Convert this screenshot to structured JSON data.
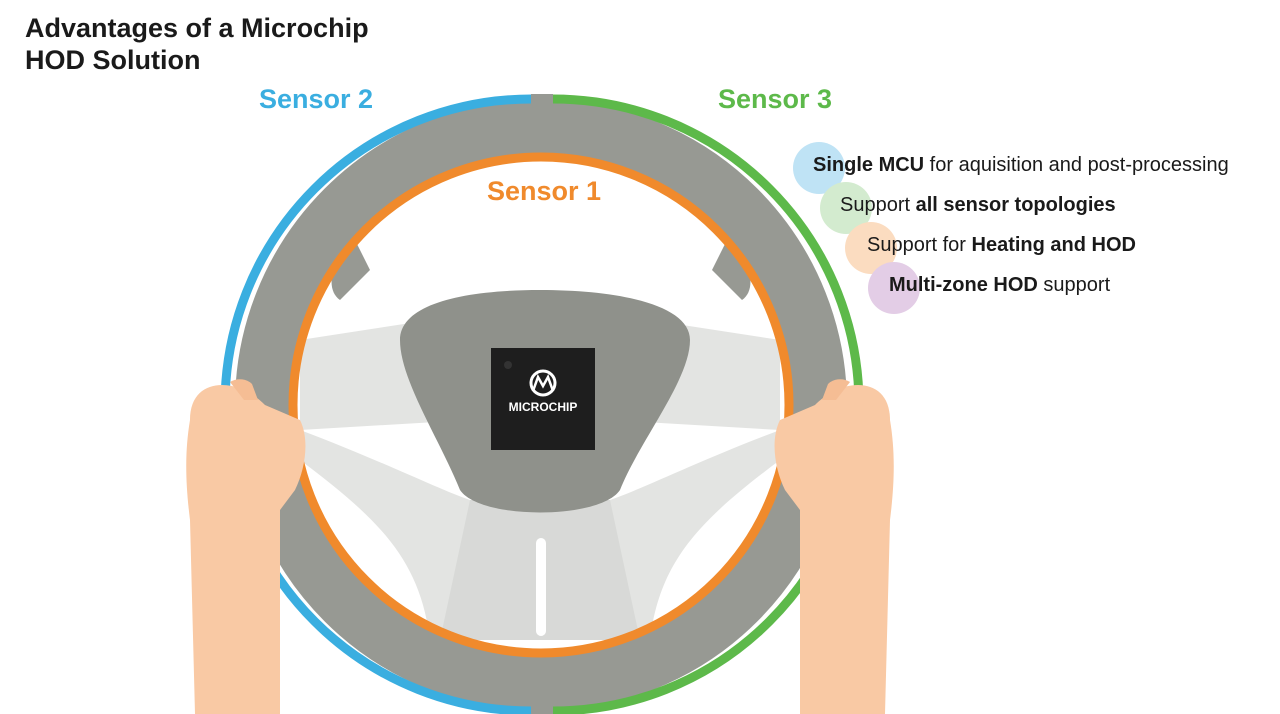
{
  "title": {
    "line1": "Advantages of a Microchip",
    "line2": "HOD Solution"
  },
  "sensors": {
    "sensor1": "Sensor 1",
    "sensor2": "Sensor 2",
    "sensor3": "Sensor 3"
  },
  "chip": {
    "brand": "MICROCHIP"
  },
  "advantages": [
    {
      "bold_first": "Single MCU",
      "rest": " for aquisition and post-processing",
      "bubble_color": "#bfe3f5"
    },
    {
      "plain_first": "Support ",
      "bold_last": "all sensor topologies",
      "bubble_color": "#d3ebcf"
    },
    {
      "plain_first": "Support for ",
      "bold_last": "Heating and HOD",
      "bubble_color": "#fbdcc0"
    },
    {
      "bold_first": "Multi-zone HOD",
      "rest": " support",
      "bubble_color": "#e3cde6"
    }
  ],
  "colors": {
    "sensor1": "#f08a2c",
    "sensor2": "#3aaee0",
    "sensor3": "#5db94a",
    "rim": "#979993",
    "hub": "#8f918b",
    "spoke": "#e3e4e2",
    "skin": "#f9c9a4",
    "chip": "#1e1e1e"
  }
}
